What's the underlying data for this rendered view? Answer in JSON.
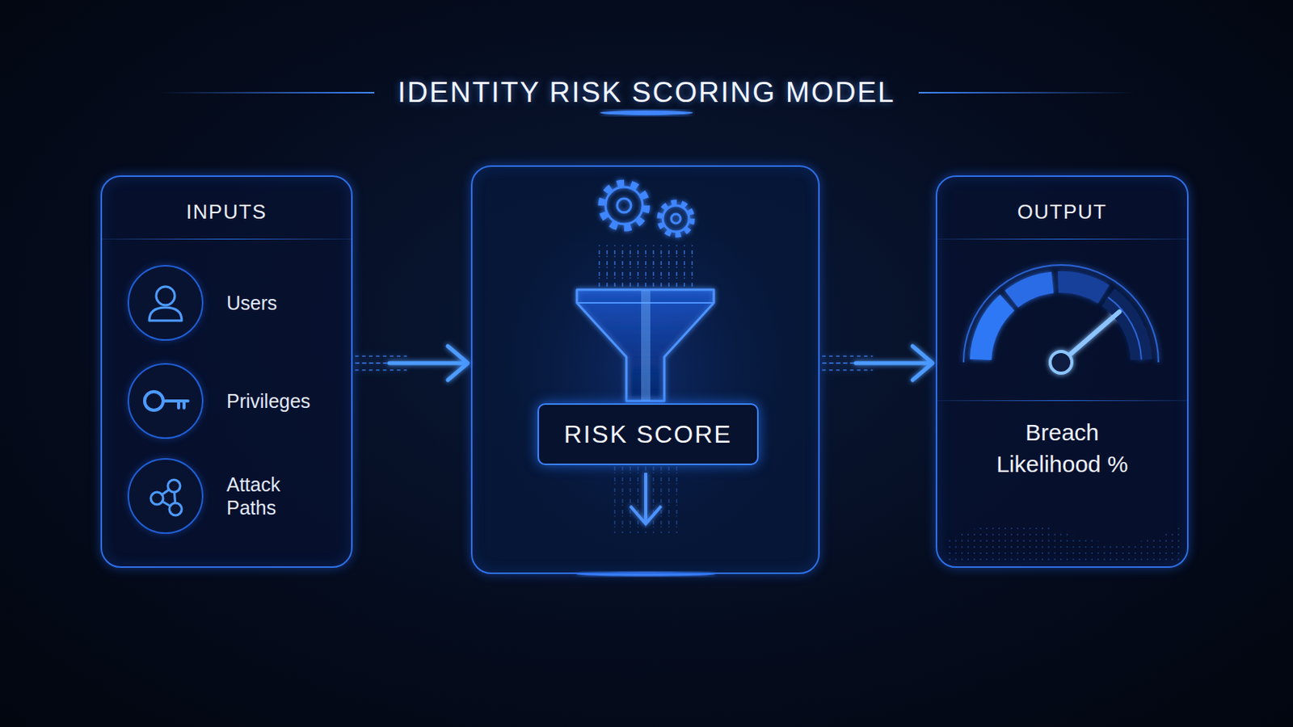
{
  "diagram": {
    "title": "IDENTITY RISK SCORING MODEL",
    "nodes": [
      {
        "text": [
          "INPUTS"
        ]
      },
      {
        "text": [
          "Users"
        ],
        "in": 0
      },
      {
        "text": [
          "Privileges"
        ],
        "in": 0
      },
      {
        "text": [
          "Attack Paths"
        ],
        "in": 0
      },
      {
        "text": []
      },
      {
        "text": [
          "RISK SCORE"
        ],
        "in": 4
      },
      {
        "text": [
          "OUTPUT",
          "Breach Likelihood %"
        ]
      }
    ],
    "edges": [
      {
        "from": 0,
        "to": 4,
        "arrow": "to"
      },
      {
        "from": 4,
        "to": 6,
        "arrow": "to"
      }
    ]
  }
}
